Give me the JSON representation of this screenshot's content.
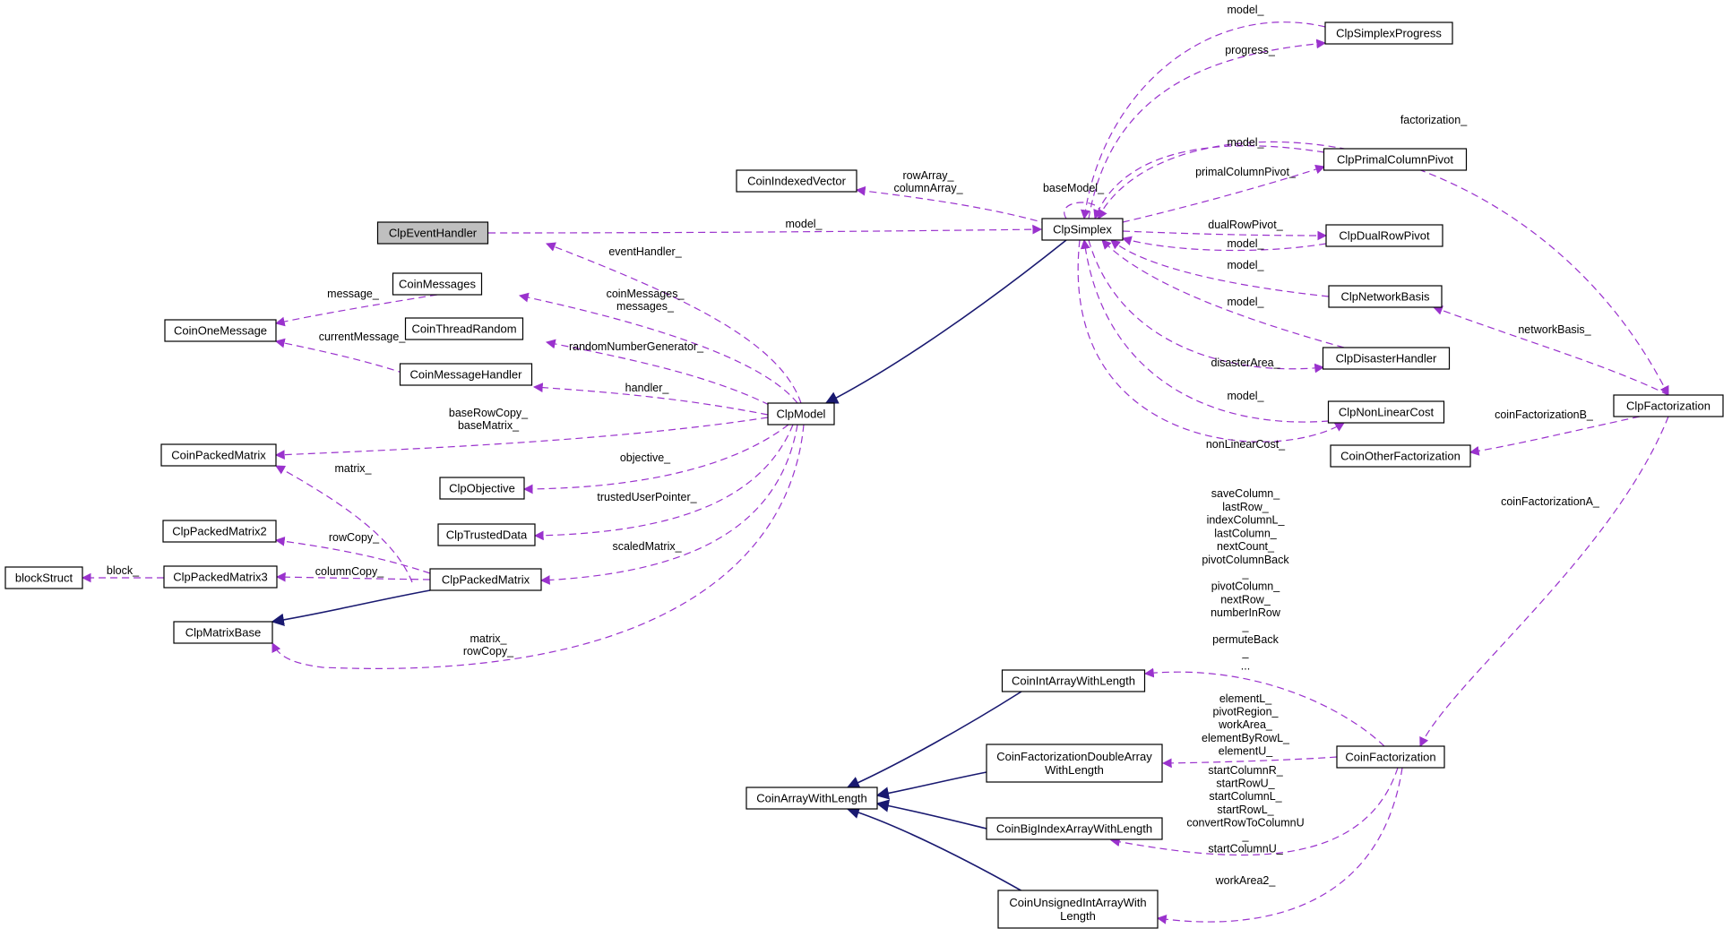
{
  "colors": {
    "usage_edge": "#9a32cd",
    "inherit_edge": "#191970",
    "highlight_fill": "#bfbfbf",
    "node_fill": "#ffffff"
  },
  "nodes": {
    "ClpEventHandler": "ClpEventHandler",
    "CoinMessages": "CoinMessages",
    "CoinOneMessage": "CoinOneMessage",
    "CoinThreadRandom": "CoinThreadRandom",
    "CoinMessageHandler": "CoinMessageHandler",
    "CoinPackedMatrix": "CoinPackedMatrix",
    "ClpObjective": "ClpObjective",
    "ClpTrustedData": "ClpTrustedData",
    "ClpPackedMatrix2": "ClpPackedMatrix2",
    "ClpPackedMatrix3": "ClpPackedMatrix3",
    "blockStruct": "blockStruct",
    "ClpPackedMatrix": "ClpPackedMatrix",
    "ClpMatrixBase": "ClpMatrixBase",
    "ClpModel": "ClpModel",
    "CoinIndexedVector": "CoinIndexedVector",
    "ClpSimplex": "ClpSimplex",
    "ClpSimplexProgress": "ClpSimplexProgress",
    "ClpPrimalColumnPivot": "ClpPrimalColumnPivot",
    "ClpDualRowPivot": "ClpDualRowPivot",
    "ClpNetworkBasis": "ClpNetworkBasis",
    "ClpDisasterHandler": "ClpDisasterHandler",
    "ClpNonLinearCost": "ClpNonLinearCost",
    "CoinOtherFactorization": "CoinOtherFactorization",
    "ClpFactorization": "ClpFactorization",
    "CoinIntArrayWithLength": "CoinIntArrayWithLength",
    "CoinFactorizationDoubleArrayWithLength": [
      "CoinFactorizationDoubleArray",
      "WithLength"
    ],
    "CoinArrayWithLength": "CoinArrayWithLength",
    "CoinBigIndexArrayWithLength": "CoinBigIndexArrayWithLength",
    "CoinUnsignedIntArrayWithLength": [
      "CoinUnsignedIntArrayWith",
      "Length"
    ],
    "CoinFactorization": "CoinFactorization"
  },
  "edge_labels": {
    "model_event": "model_",
    "eventHandler": "eventHandler_",
    "message": "message_",
    "currentMessage": "currentMessage_",
    "coinMessages": [
      "coinMessages_",
      "messages_"
    ],
    "randomNumberGenerator": "randomNumberGenerator_",
    "handler": "handler_",
    "baseRowCopy": [
      "baseRowCopy_",
      "baseMatrix_"
    ],
    "objective": "objective_",
    "trustedUserPointer": "trustedUserPointer_",
    "scaledMatrix": "scaledMatrix_",
    "matrix": "matrix_",
    "rowCopy": "rowCopy_",
    "columnCopy": "columnCopy_",
    "block": "block_",
    "matrixRowCopy": [
      "matrix_",
      "rowCopy_"
    ],
    "rowArray": [
      "rowArray_",
      "columnArray_"
    ],
    "baseModel": "baseModel_",
    "progress_model": "model_",
    "progress": "progress_",
    "factorization": "factorization_",
    "primal_model": "model_",
    "primalColumnPivot": "primalColumnPivot_",
    "dualRowPivot": "dualRowPivot_",
    "dual_model": "model_",
    "network_model": "model_",
    "disaster_model": "model_",
    "disasterArea": "disasterArea_",
    "nonlinear_model": "model_",
    "nonLinearCost": "nonLinearCost_",
    "networkBasis": "networkBasis_",
    "coinFactorizationB": "coinFactorizationB_",
    "coinFactorizationA": "coinFactorizationA_",
    "intArrays": [
      "saveColumn_",
      "lastRow_",
      "indexColumnL_",
      "lastColumn_",
      "nextCount_",
      "pivotColumnBack",
      "_",
      "pivotColumn_",
      "nextRow_",
      "numberInRow",
      "_",
      "permuteBack",
      "_",
      "..."
    ],
    "doubleArrays": [
      "elementL_",
      "pivotRegion_",
      "workArea_",
      "elementByRowL_",
      "elementU_"
    ],
    "bigIndexArrays": [
      "startColumnR_",
      "startRowU_",
      "startColumnL_",
      "startRowL_",
      "convertRowToColumnU",
      "_",
      "startColumnU_"
    ],
    "workArea2": "workArea2_"
  }
}
